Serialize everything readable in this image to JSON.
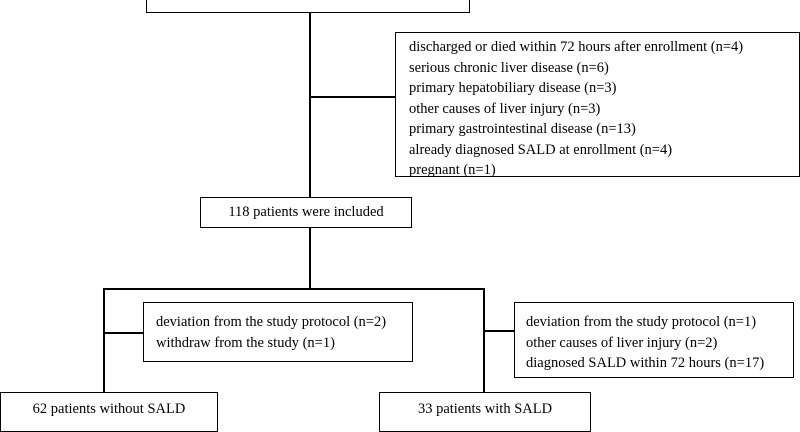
{
  "flowchart": {
    "top_box": {
      "text": ""
    },
    "exclusion_box": {
      "lines": [
        "discharged or died within 72 hours after enrollment (n=4)",
        "serious chronic liver disease (n=6)",
        "primary hepatobiliary disease (n=3)",
        "other causes of liver injury (n=3)",
        "primary gastrointestinal disease (n=13)",
        "already diagnosed SALD at enrollment (n=4)",
        "pregnant (n=1)"
      ]
    },
    "included_box": {
      "text": "118 patients were included"
    },
    "left_exclusion_box": {
      "lines": [
        "deviation from the study protocol (n=2)",
        "withdraw from the study (n=1)"
      ]
    },
    "right_exclusion_box": {
      "lines": [
        "deviation from the study protocol (n=1)",
        "other causes of liver injury (n=2)",
        "diagnosed SALD within 72 hours (n=17)"
      ]
    },
    "left_result_box": {
      "text": "62 patients without SALD"
    },
    "right_result_box": {
      "text": "33 patients with SALD"
    }
  }
}
